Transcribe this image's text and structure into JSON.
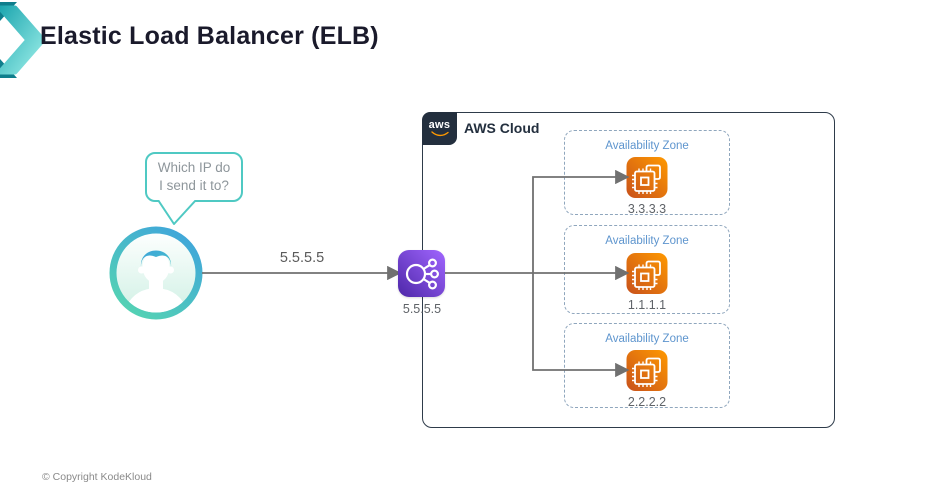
{
  "header": {
    "title": "Elastic Load Balancer (ELB)"
  },
  "client": {
    "speech_bubble_lines": [
      "Which IP do",
      "I send it to?"
    ],
    "speech_bubble": "Which IP do I send it to?",
    "request_ip": "5.5.5.5"
  },
  "load_balancer": {
    "ip": "5.5.5.5"
  },
  "aws_cloud": {
    "logo_text": "aws",
    "label": "AWS Cloud",
    "availability_zones": [
      {
        "label": "Availability Zone",
        "instance_ip": "3.3.3.3"
      },
      {
        "label": "Availability Zone",
        "instance_ip": "1.1.1.1"
      },
      {
        "label": "Availability Zone",
        "instance_ip": "2.2.2.2"
      }
    ]
  },
  "footer": {
    "copyright": "© Copyright KodeKloud"
  },
  "icons": {
    "logo": "kodekloud-chevron-icon",
    "client": "user-avatar-icon",
    "load_balancer": "elastic-load-balancer-icon",
    "instance": "ec2-instance-icon",
    "aws_badge": "aws-logo-icon"
  },
  "colors": {
    "accent_teal": "#4FC9C3",
    "avatar_blue": "#3FA5DB",
    "avatar_green": "#55D4B2",
    "elb_purple_dark": "#4D27A8",
    "elb_purple_light": "#A166FF",
    "ec2_orange_dark": "#C8511B",
    "ec2_orange_light": "#FF9900",
    "aws_navy": "#232F3E",
    "az_border_blue": "#8FA6BD",
    "az_text_blue": "#5E95CE",
    "line_gray": "#707070",
    "title_dark": "#1A1A2B"
  }
}
